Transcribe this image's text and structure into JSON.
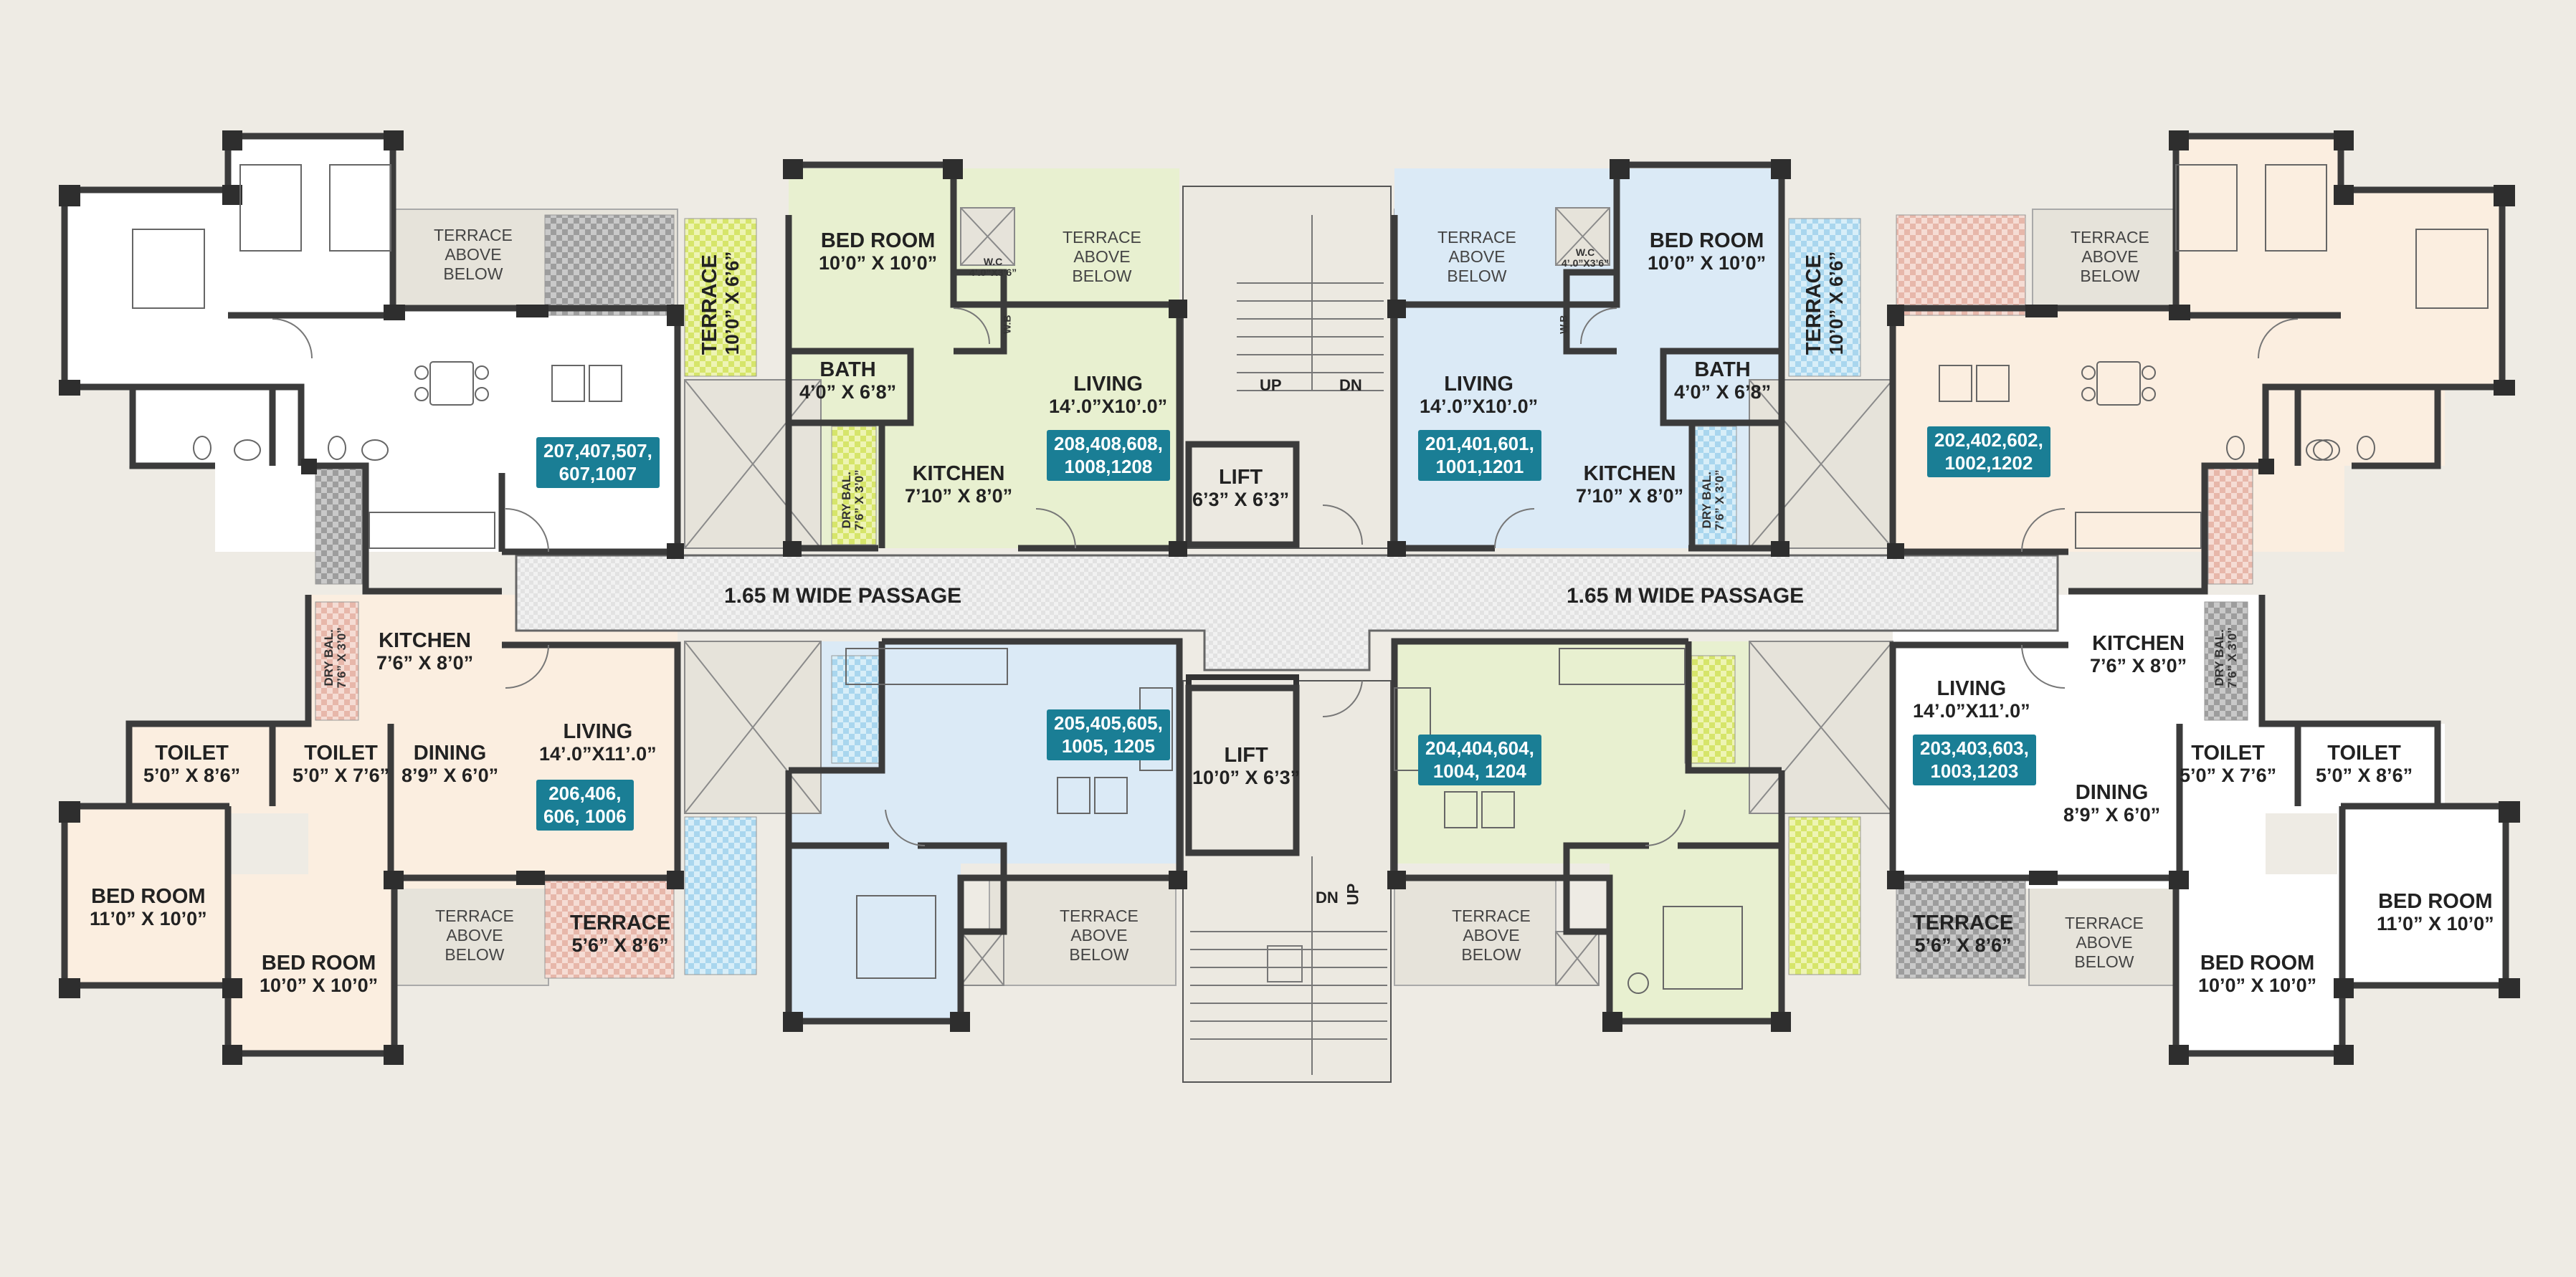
{
  "colors": {
    "background": "#eeebe4",
    "wall": "#3b3b3b",
    "beige_flat": "#fbeee0",
    "green_flat": "#e8f0d0",
    "blue_flat": "#dbeaf6",
    "white_flat": "#ffffff",
    "passage": "#e9e9e9",
    "badge": "#1a7e95",
    "terrace_pink": "#f3d3cb",
    "terrace_green": "#e4ef9c",
    "terrace_blue": "#bfe1f2",
    "terrace_grey": "#b7b7b7"
  },
  "passages": {
    "left": "1.65 M WIDE PASSAGE",
    "right": "1.65 M WIDE PASSAGE"
  },
  "rooms": {
    "tl_kitchen": {
      "name": "KITCHEN",
      "dim": "7’6” X 8’0”"
    },
    "tl_living": {
      "name": "LIVING",
      "dim": "14’.0”X11’.0”"
    },
    "tl_dining": {
      "name": "DINING",
      "dim": "8’9” X 6’0”"
    },
    "bl_toilet_a": {
      "name": "TOILET",
      "dim": "5’0” X 8’6”"
    },
    "bl_toilet_b": {
      "name": "TOILET",
      "dim": "5’0” X 7’6”"
    },
    "bl_bed_a": {
      "name": "BED ROOM",
      "dim": "11’0” X 10’0”"
    },
    "bl_bed_b": {
      "name": "BED ROOM",
      "dim": "10’0” X 10’0”"
    },
    "bl_terrace": {
      "name": "TERRACE",
      "dim": "5’6” X 8’6”"
    },
    "cl_bed": {
      "name": "BED ROOM",
      "dim": "10’0” X 10’0”"
    },
    "cl_bath": {
      "name": "BATH",
      "dim": "4’0” X 6’8”"
    },
    "cl_living": {
      "name": "LIVING",
      "dim": "14’.0”X10’.0”"
    },
    "cl_kitchen": {
      "name": "KITCHEN",
      "dim": "7’10” X 8’0”"
    },
    "cl_terrace": {
      "name": "TERRACE",
      "dim": "10’0” X 6’6”"
    },
    "lift_top": {
      "name": "LIFT",
      "dim": "6’3” X 6’3”"
    },
    "lift_bottom": {
      "name": "LIFT",
      "dim": "10’0” X 6’3”"
    },
    "cr_bed": {
      "name": "BED ROOM",
      "dim": "10’0” X 10’0”"
    },
    "cr_bath": {
      "name": "BATH",
      "dim": "4’0” X 6’8”"
    },
    "cr_living": {
      "name": "LIVING",
      "dim": "14’.0”X10’.0”"
    },
    "cr_kitchen": {
      "name": "KITCHEN",
      "dim": "7’10” X 8’0”"
    },
    "cr_terrace": {
      "name": "TERRACE",
      "dim": "10’0” X 6’6”"
    },
    "tr_kitchen": {
      "name": "KITCHEN",
      "dim": "7’6” X 8’0”"
    },
    "tr_living": {
      "name": "LIVING",
      "dim": "14’.0”X11’.0”"
    },
    "tr_dining": {
      "name": "DINING",
      "dim": "8’9” X 6’0”"
    },
    "br_toilet_a": {
      "name": "TOILET",
      "dim": "5’0” X 7’6”"
    },
    "br_toilet_b": {
      "name": "TOILET",
      "dim": "5’0” X 8’6”"
    },
    "br_bed_a": {
      "name": "BED ROOM",
      "dim": "10’0” X 10’0”"
    },
    "br_bed_b": {
      "name": "BED ROOM",
      "dim": "11’0” X 10’0”"
    },
    "br_terrace": {
      "name": "TERRACE",
      "dim": "5’6” X 8’6”"
    }
  },
  "dry_balconies": {
    "left_top": {
      "name": "DRY BAL.",
      "dim": "7’6” X 3’0”"
    },
    "cl": {
      "name": "DRY BAL.",
      "dim": "7’6” X 3’0”"
    },
    "cr": {
      "name": "DRY BAL.",
      "dim": "7’6” X 3’0”"
    },
    "right_top": {
      "name": "DRY BAL.",
      "dim": "7’6” X 3’0”"
    }
  },
  "wc": {
    "left": {
      "name": "W.C",
      "dim": "4’.0”X3’6”"
    },
    "right": {
      "name": "W.C",
      "dim": "4’.0”X3’6”"
    },
    "wb": "W.B"
  },
  "terrace_above": {
    "line1": "TERRACE",
    "line2": "ABOVE",
    "line3": "BELOW"
  },
  "flat_numbers": {
    "f207": "207,407,507,\n607,1007",
    "f208": "208,408,608,\n1008,1208",
    "f201": "201,401,601,\n1001,1201",
    "f202": "202,402,602,\n1002,1202",
    "f206": "206,406,\n606, 1006",
    "f205": "205,405,605,\n1005, 1205",
    "f204": "204,404,604,\n1004, 1204",
    "f203": "203,403,603,\n1003,1203"
  },
  "stairs": {
    "up": "UP",
    "dn": "DN"
  }
}
